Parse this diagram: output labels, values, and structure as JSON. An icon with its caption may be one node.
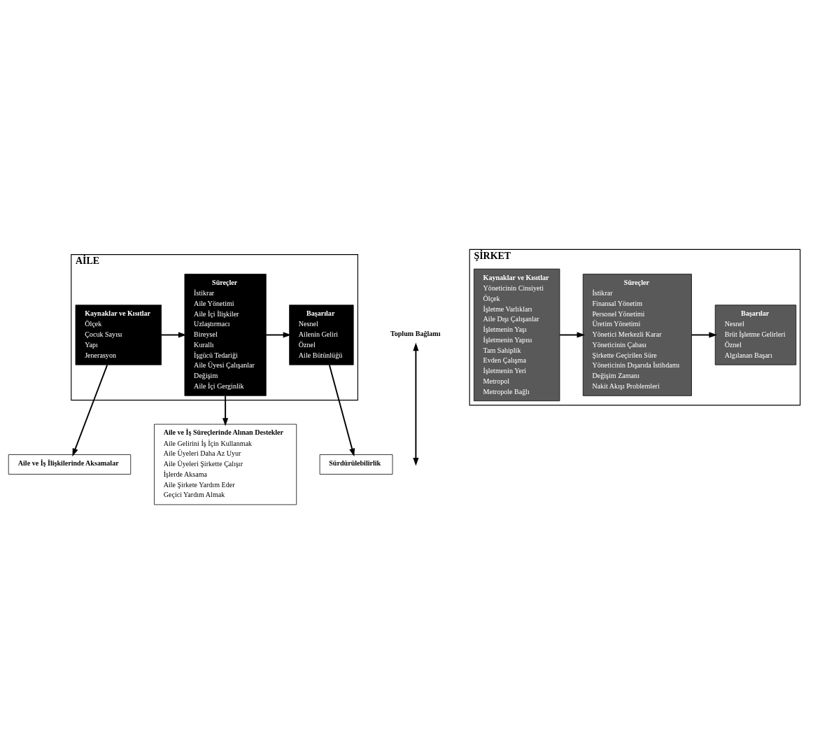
{
  "diagram": {
    "nodes": [
      {
        "text": [
          "AİLE"
        ]
      },
      {
        "text": [
          "Kaynaklar ve Kısıtlar",
          "Ölçek",
          "Çocuk Sayısı",
          "Yapı",
          "Jenerasyon"
        ],
        "in": 0
      },
      {
        "text": [
          "Süreçler",
          "İstikrar",
          "Aile Yönetimi",
          "Aile İçi İlişkiler",
          "Uzlaştırmacı",
          "Bireysel",
          "Kurallı",
          "İşgücü Tedariği",
          "Aile Üyesi Çalışanlar",
          "Değişim",
          "Aile İçi Gerginlik"
        ],
        "in": 0
      },
      {
        "text": [
          "Başarılar",
          "Nesnel",
          "Ailenin Geliri",
          "Öznel",
          "Aile Bütünlüğü"
        ],
        "in": 0
      },
      {
        "text": [
          "Toplum Bağlamı"
        ]
      },
      {
        "text": [
          "Aile ve İş İlişkilerinde Aksamalar"
        ]
      },
      {
        "text": [
          "Aile ve İş Süreçlerinde Alınan Destekler",
          "Aile Gelirini İş İçin Kullanmak",
          "Aile Üyeleri Daha Az Uyur",
          "Aile Üyeleri Şirkette Çalışır",
          "İşlerde Aksama",
          "Aile Şirkete Yardım Eder",
          "Geçici Yardım Almak"
        ]
      },
      {
        "text": [
          "Sürdürülebilirlik"
        ]
      },
      {
        "text": [
          "ŞİRKET"
        ]
      },
      {
        "text": [
          "Kaynaklar ve Kısıtlar",
          "Yöneticinin Cinsiyeti",
          "Ölçek",
          "İşletme Varlıkları",
          "Aile Dışı Çalışanlar",
          "İşletmenin Yaşı",
          "İşletmenin Yapısı",
          "Tam Sahiplik",
          "Evden Çalışma",
          "İşletmenin Yeri",
          "Metropol",
          "Metropole Bağlı"
        ],
        "in": 8
      },
      {
        "text": [
          "Süreçler",
          "İstikrar",
          "Finansal Yönetim",
          "Personel Yönetimi",
          "Üretim Yönetimi",
          "Yönetici Merkezli Karar",
          "Yöneticinin Çabası",
          "Şirkette Geçirilen Süre",
          "Yöneticinin Dışarıda İstihdamı",
          "Değişim Zamanı",
          "Nakit Akışı Problemleri"
        ],
        "in": 8
      },
      {
        "text": [
          "Başarılar",
          "Nesnel",
          "Brüt İşletme Gelirleri",
          "Öznel",
          "Algılanan Başarı"
        ],
        "in": 8
      }
    ],
    "edges": [
      {
        "from": 1,
        "to": 2,
        "arrow": "to"
      },
      {
        "from": 2,
        "to": 3,
        "arrow": "to"
      },
      {
        "from": 1,
        "to": 5,
        "arrow": "to"
      },
      {
        "from": 2,
        "to": 6,
        "arrow": "to"
      },
      {
        "from": 3,
        "to": 7,
        "arrow": "to"
      },
      {
        "from": 4,
        "to": null,
        "arrow": "both"
      },
      {
        "from": 9,
        "to": 10,
        "arrow": "to"
      },
      {
        "from": 10,
        "to": 11,
        "arrow": "to"
      }
    ]
  }
}
